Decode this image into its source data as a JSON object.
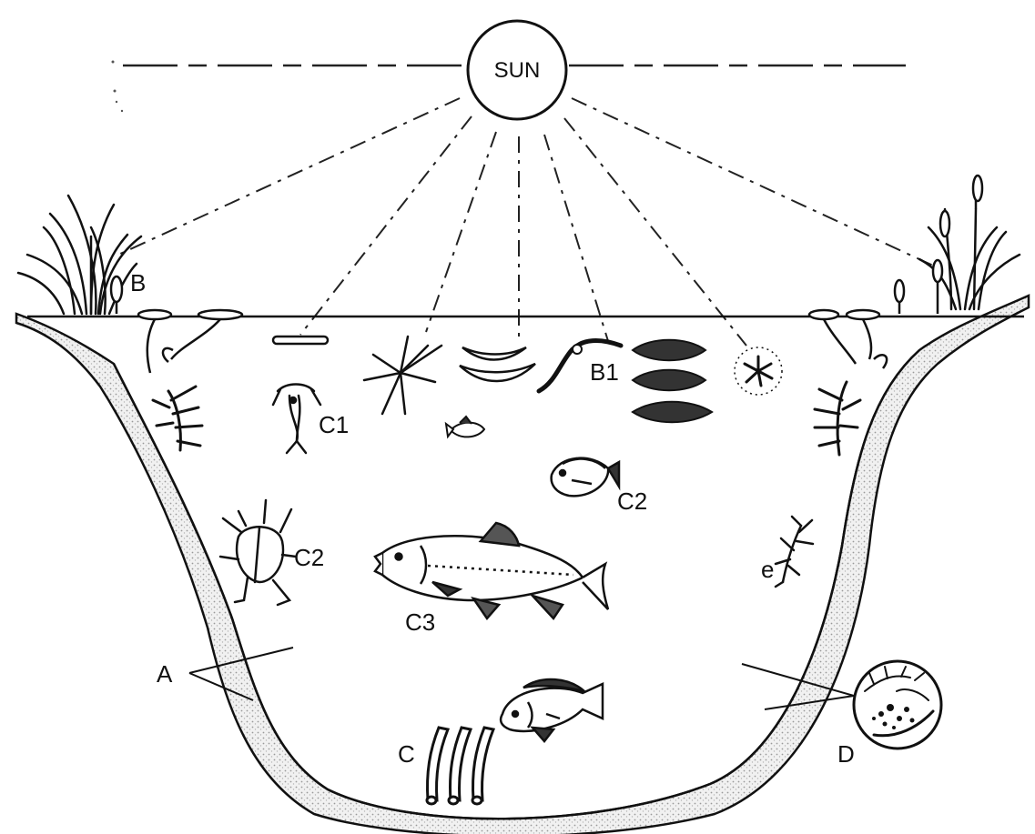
{
  "sun": {
    "label": "SUN"
  },
  "labels": {
    "a": "A",
    "b": "B",
    "b1": "B1",
    "c": "C",
    "c1": "C1",
    "c2_fish": "C2",
    "c2_beetle": "C2",
    "c3": "C3",
    "d": "D",
    "e": "e"
  }
}
